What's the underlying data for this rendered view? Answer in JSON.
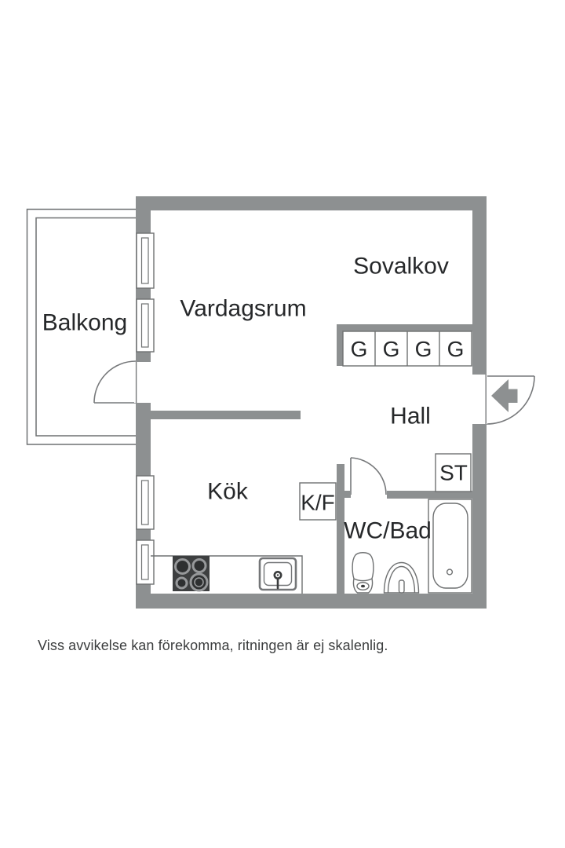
{
  "colors": {
    "wall": "#8d9091",
    "line": "#6f7172",
    "text": "#26282a",
    "stove_fill": "#3d3f40",
    "burner_ring": "#96989a",
    "burner_fill": "#2e3031"
  },
  "floorplan": {
    "balcony_label": "Balkong",
    "living_room_label": "Vardagsrum",
    "sleeping_alcove_label": "Sovalkov",
    "hall_label": "Hall",
    "kitchen_label": "Kök",
    "bathroom_label": "WC/Bad",
    "fridge_freezer_label": "K/F",
    "storage_label": "ST",
    "wardrobes": [
      "G",
      "G",
      "G",
      "G"
    ]
  },
  "footer": {
    "note": "Viss avvikelse kan förekomma, ritningen är ej skalenlig."
  }
}
